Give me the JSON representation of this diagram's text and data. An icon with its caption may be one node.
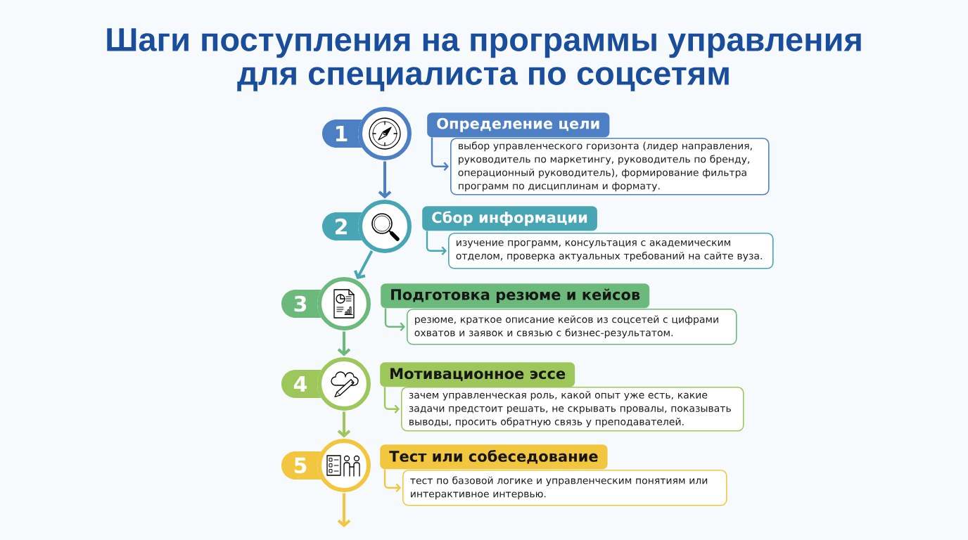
{
  "diagram": {
    "title": "Шаги поступления на программы управления для специалиста по соцсетям",
    "nodes": [
      {
        "text": [
          "1"
        ]
      },
      {
        "text": [],
        "shape": "circle"
      },
      {
        "text": [
          "Определение цели"
        ]
      },
      {
        "text": [
          "выбор управленческого горизонта (лидер направления, руководитель по маркетингу, руководитель по бренду, операционный руководитель), формирование фильтра программ по дисциплинам и формату."
        ]
      },
      {
        "text": [
          "2"
        ]
      },
      {
        "text": [],
        "shape": "circle"
      },
      {
        "text": [
          "Сбор информации"
        ]
      },
      {
        "text": [
          "изучение программ, консультация с академическим отделом, проверка актуальных требований на сайте вуза."
        ]
      },
      {
        "text": [
          "3"
        ]
      },
      {
        "text": [],
        "shape": "circle"
      },
      {
        "text": [
          "Подготовка резюме и кейсов"
        ]
      },
      {
        "text": [
          "резюме, краткое описание кейсов из соцсетей с цифрами охватов и заявок и связью с бизнес-результатом."
        ]
      },
      {
        "text": [
          "4"
        ]
      },
      {
        "text": [],
        "shape": "circle"
      },
      {
        "text": [
          "Мотивационное эссе"
        ]
      },
      {
        "text": [
          "зачем управленческая роль, какой опыт уже есть, какие задачи предстоит решать, не скрывать провалы, показывать выводы, просить обратную связь у преподавателей."
        ]
      },
      {
        "text": [
          "5"
        ]
      },
      {
        "text": [],
        "shape": "circle"
      },
      {
        "text": [
          "Тест или собеседование"
        ]
      },
      {
        "text": [
          "тест по базовой логике и управленческим понятиям или интерактивное интервью."
        ]
      }
    ],
    "edges": [
      {
        "from": 2,
        "to": 3,
        "arrow": "to",
        "color": "#4c7fc3"
      },
      {
        "from": 1,
        "to": 5,
        "arrow": "to",
        "color": "#4c7fc3"
      },
      {
        "from": 6,
        "to": 7,
        "arrow": "to",
        "color": "#48a6b4"
      },
      {
        "from": 5,
        "to": 9,
        "arrow": "to",
        "color": "#48a6b4"
      },
      {
        "from": 10,
        "to": 11,
        "arrow": "to",
        "color": "#6cba7b"
      },
      {
        "from": 9,
        "to": 13,
        "arrow": "to",
        "color": "#6cba7b"
      },
      {
        "from": 14,
        "to": 15,
        "arrow": "to",
        "color": "#9dc75b"
      },
      {
        "from": 13,
        "to": 17,
        "arrow": "to",
        "color": "#9dc75b"
      },
      {
        "from": 18,
        "to": 19,
        "arrow": "to",
        "color": "#f3c63f"
      },
      {
        "from": 17,
        "to": null,
        "arrow": "to",
        "color": "#f3c63f"
      }
    ]
  }
}
